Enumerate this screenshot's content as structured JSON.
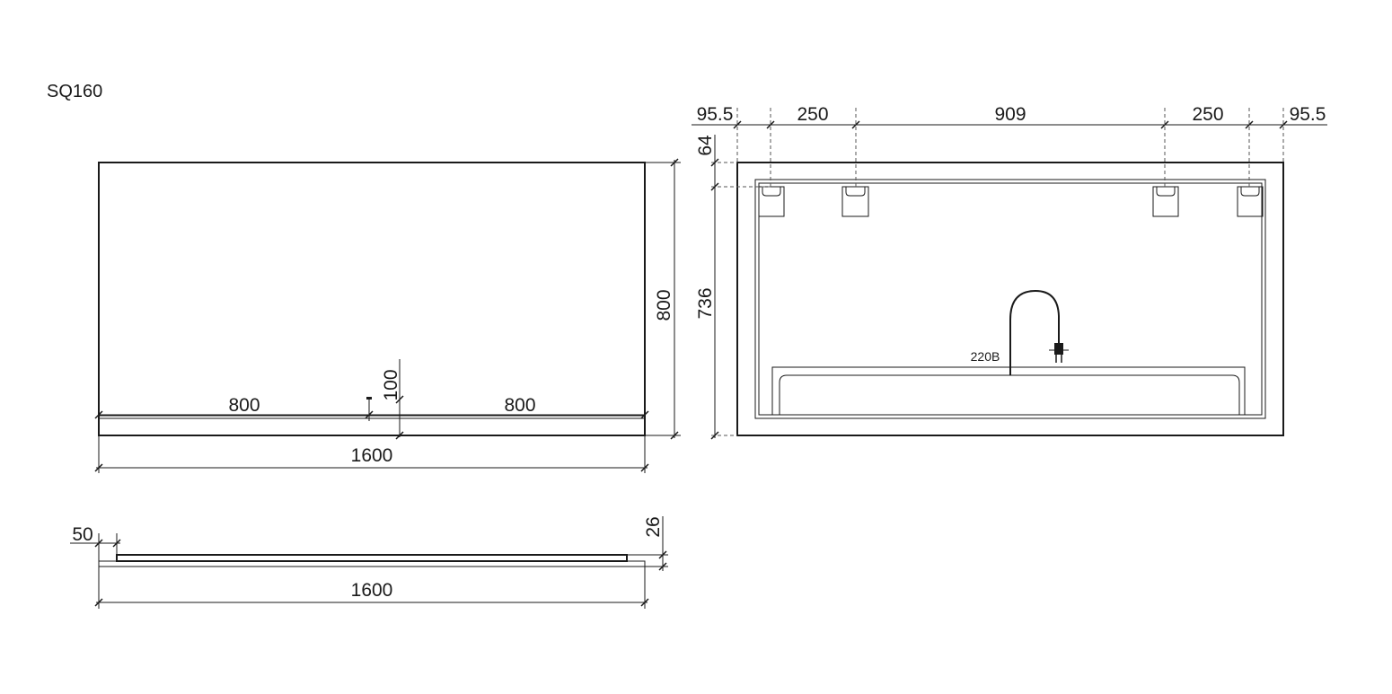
{
  "title": "SQ160",
  "front_view": {
    "width_total": "1600",
    "height_total": "800",
    "left_half": "800",
    "right_half": "800",
    "sensor_offset": "100"
  },
  "side_view": {
    "offset": "50",
    "thickness": "26",
    "width_total": "1600"
  },
  "back_view": {
    "edge_left": "95.5",
    "gap_left": "250",
    "span_middle": "909",
    "gap_right": "250",
    "edge_right": "95.5",
    "top_offset": "64",
    "inner_height": "736",
    "power_label": "220В"
  }
}
